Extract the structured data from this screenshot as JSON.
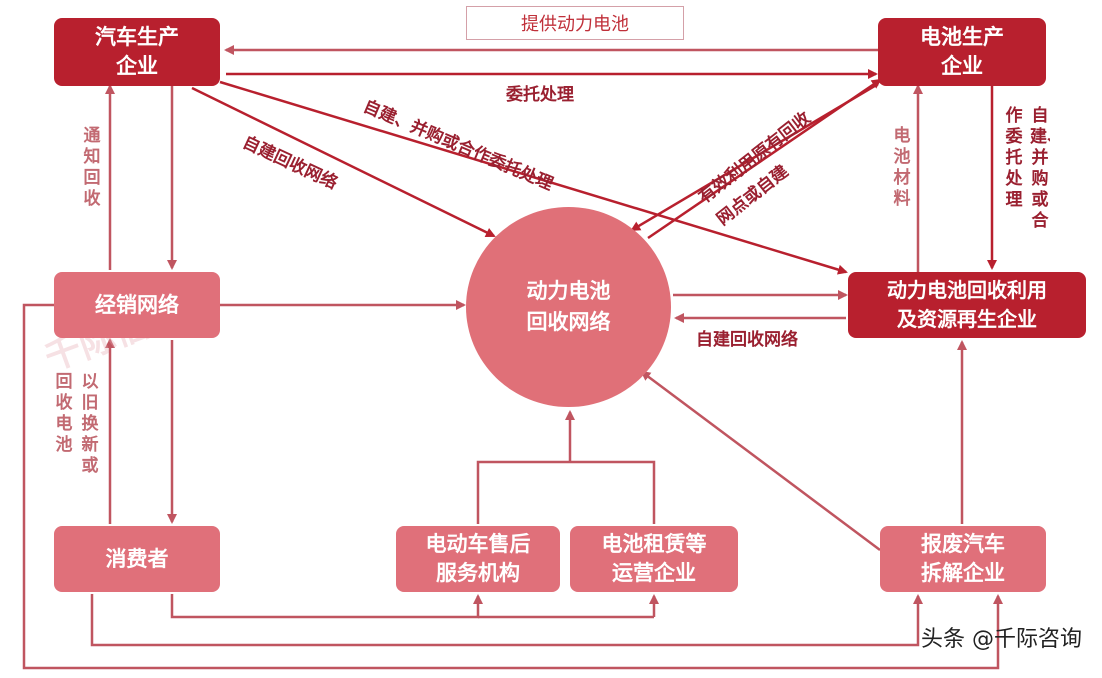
{
  "nodes": {
    "car_maker": "汽车生产\n企业",
    "battery_maker": "电池生产\n企业",
    "dealer": "经销网络",
    "recycle_network": "动力电池\n回收网络",
    "recycle_enterprise": "动力电池回收利用\n及资源再生企业",
    "consumer": "消费者",
    "ev_service": "电动车售后\n服务机构",
    "battery_rental": "电池租赁等\n运营企业",
    "scrap_dismantle": "报废汽车\n拆解企业"
  },
  "edge_labels": {
    "provide_battery": "提供动力电池",
    "entrust": "委托处理",
    "self_merge_entrust": "自建、并购或合作委托处理",
    "self_build_left": "自建回收网络",
    "reuse_points": "有效利用原有回收",
    "reuse_points_2": "网点或自建",
    "notify_recycle": "通知回收",
    "battery_material": "电池材料",
    "self_merge_right": "自建、并购或合作委托处理",
    "self_build_right": "自建回收网络",
    "recycle_battery": "回收电池",
    "trade_in": "以旧换新或"
  },
  "watermark": "头条 @千际咨询",
  "colors": {
    "dark": "#b8202e",
    "light": "#e0707a",
    "arrow": "#c05560"
  }
}
